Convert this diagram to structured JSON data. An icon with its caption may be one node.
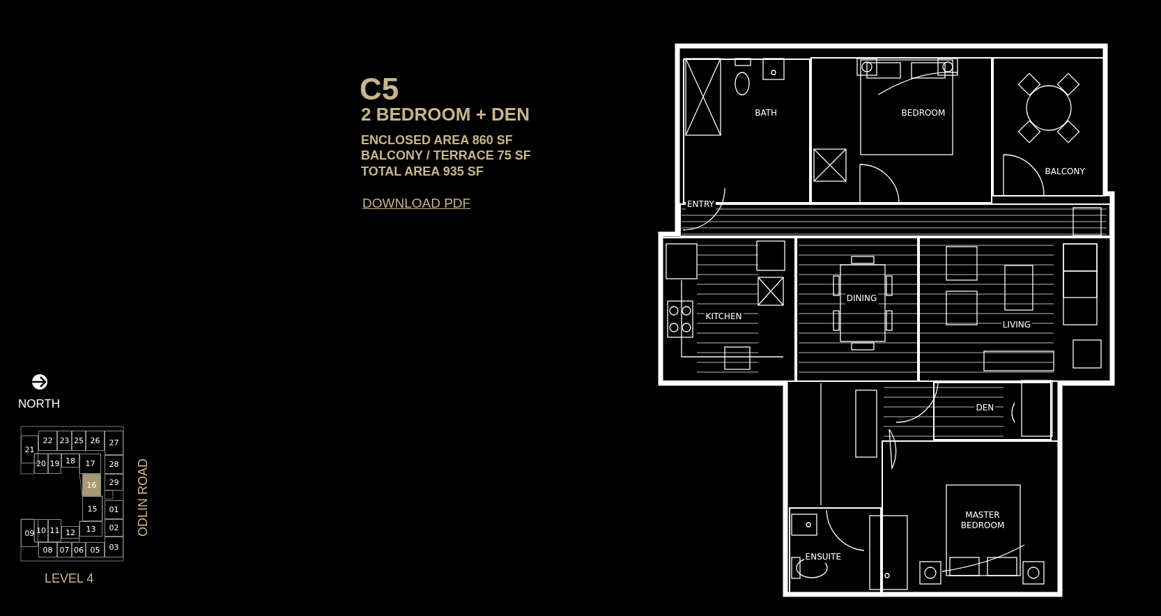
{
  "diagram": {
    "title": "C5",
    "nodes": [
      {
        "text": [
          "BATH"
        ]
      },
      {
        "text": [
          "BEDROOM"
        ]
      },
      {
        "text": [
          "BALCONY"
        ]
      },
      {
        "text": [
          "ENTRY"
        ]
      },
      {
        "text": [
          "KITCHEN"
        ]
      },
      {
        "text": [
          "DINING"
        ]
      },
      {
        "text": [
          "LIVING"
        ]
      },
      {
        "text": [
          "DEN"
        ]
      },
      {
        "text": [
          "ENSUITE"
        ]
      },
      {
        "text": [
          "MASTER BEDROOM"
        ]
      },
      {
        "text": [
          "22"
        ]
      },
      {
        "text": [
          "23"
        ]
      },
      {
        "text": [
          "25"
        ]
      },
      {
        "text": [
          "26"
        ]
      },
      {
        "text": [
          "27"
        ]
      },
      {
        "text": [
          "21"
        ]
      },
      {
        "text": [
          "20"
        ]
      },
      {
        "text": [
          "19"
        ]
      },
      {
        "text": [
          "18"
        ]
      },
      {
        "text": [
          "17"
        ]
      },
      {
        "text": [
          "28"
        ]
      },
      {
        "text": [
          "16"
        ]
      },
      {
        "text": [
          "29"
        ]
      },
      {
        "text": [
          "15"
        ]
      },
      {
        "text": [
          "01"
        ]
      },
      {
        "text": [
          "10"
        ]
      },
      {
        "text": [
          "11"
        ]
      },
      {
        "text": [
          "12"
        ]
      },
      {
        "text": [
          "13"
        ]
      },
      {
        "text": [
          "02"
        ]
      },
      {
        "text": [
          "09"
        ]
      },
      {
        "text": [
          "03"
        ]
      },
      {
        "text": [
          "08"
        ]
      },
      {
        "text": [
          "07"
        ]
      },
      {
        "text": [
          "06"
        ]
      },
      {
        "text": [
          "05"
        ]
      }
    ],
    "labels": [
      "2 BEDROOM + DEN",
      "ENCLOSED AREA 860 SF",
      "BALCONY / TERRACE 75 SF",
      "TOTAL AREA 935 SF",
      "DOWNLOAD PDF",
      "NORTH",
      "ODLIN ROAD",
      "LEVEL 4"
    ]
  }
}
